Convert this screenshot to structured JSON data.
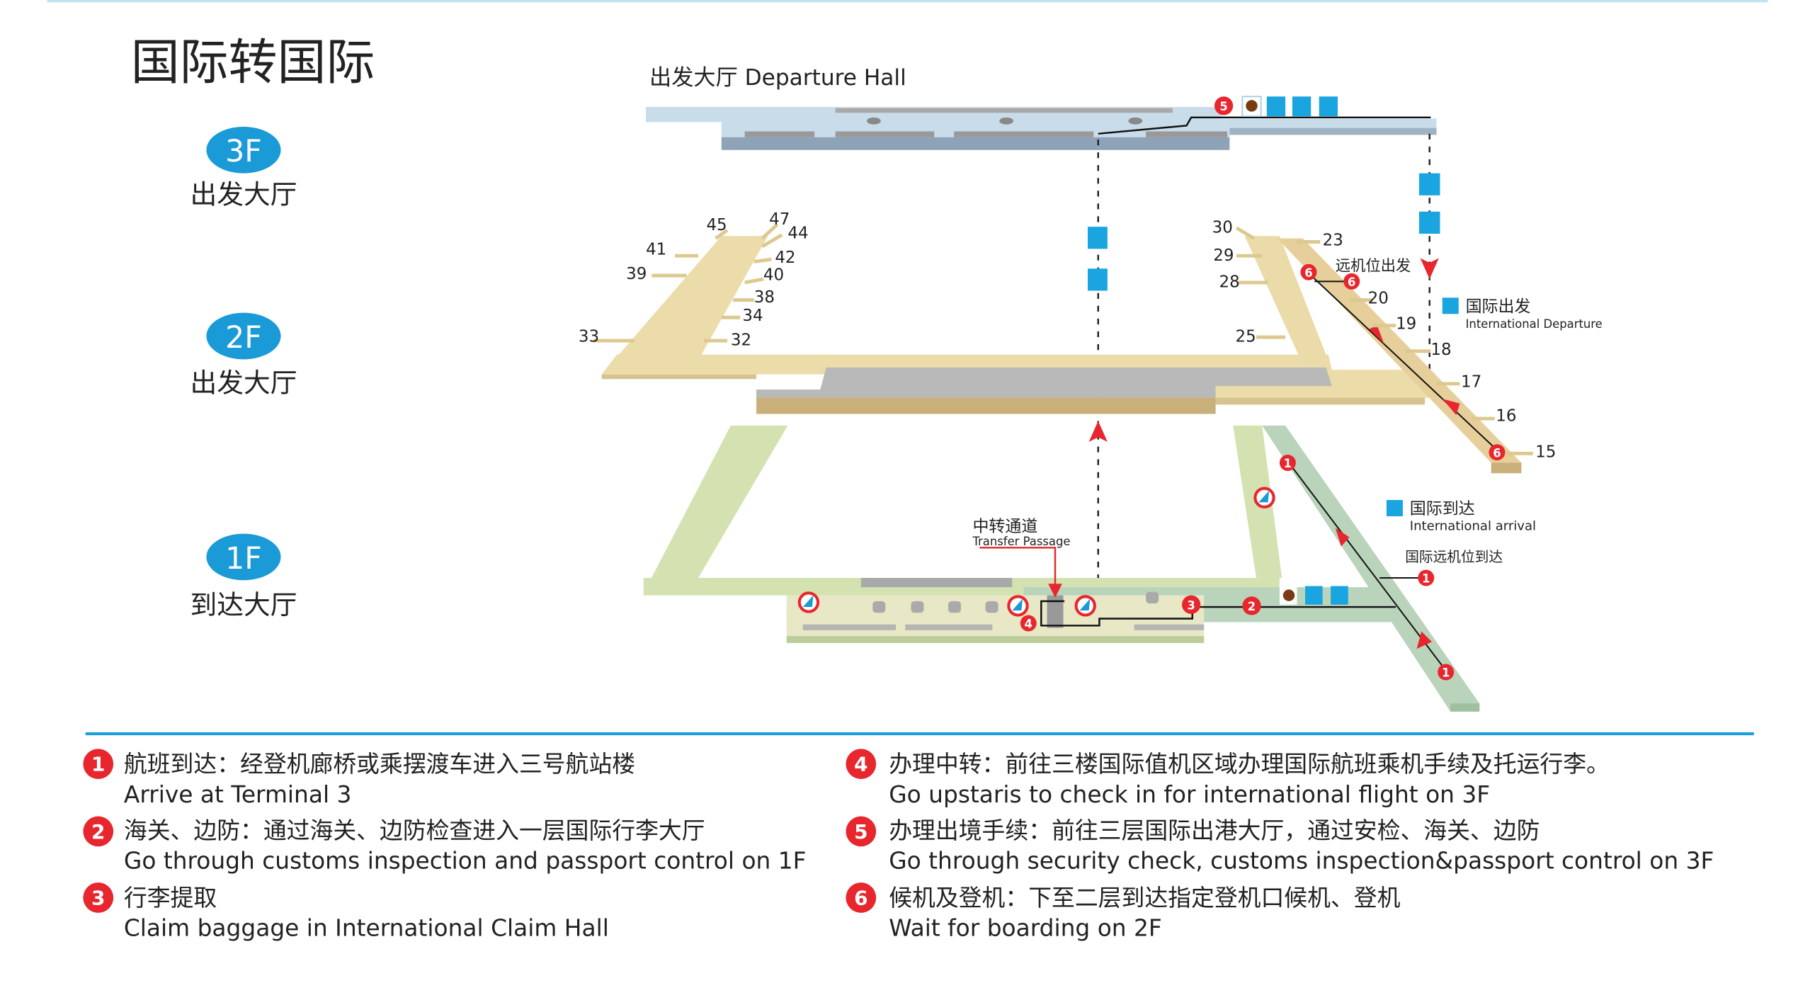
{
  "title": "国际转国际",
  "floors": [
    {
      "badge": "3F",
      "label": "出发大厅"
    },
    {
      "badge": "2F",
      "label": "出发大厅"
    },
    {
      "badge": "1F",
      "label": "到达大厅"
    }
  ],
  "hall_title": "出发大厅 Departure  Hall",
  "gates": [
    "45",
    "47",
    "44",
    "41",
    "42",
    "39",
    "40",
    "38",
    "34",
    "33",
    "32",
    "30",
    "23",
    "29",
    "28",
    "20",
    "19",
    "25",
    "18",
    "17",
    "16",
    "15"
  ],
  "labels": {
    "remote_departure": "远机位出发",
    "intl_departure_cn": "国际出发",
    "intl_departure_en": "International Departure",
    "intl_arrival_cn": "国际到达",
    "intl_arrival_en": "International arrival",
    "remote_arrival": "国际远机位到达",
    "transfer_cn": "中转通道",
    "transfer_en": "Transfer Passage"
  },
  "markers": [
    "1",
    "2",
    "3",
    "4",
    "5",
    "6"
  ],
  "legend": [
    {
      "num": "1",
      "cn": "航班到达：经登机廊桥或乘摆渡车进入三号航站楼",
      "en": "Arrive at Terminal 3"
    },
    {
      "num": "2",
      "cn": "海关、边防：通过海关、边防检查进入一层国际行李大厅",
      "en": "Go through customs inspection and passport control on 1F"
    },
    {
      "num": "3",
      "cn": "行李提取",
      "en": "Claim baggage in International Claim Hall"
    },
    {
      "num": "4",
      "cn": "办理中转：前往三楼国际值机区域办理国际航班乘机手续及托运行李。",
      "en": "Go upstaris to check in for international flight on 3F"
    },
    {
      "num": "5",
      "cn": "办理出境手续：前往三层国际出港大厅，通过安检、海关、边防",
      "en": "Go through security check, customs inspection&passport control on 3F"
    },
    {
      "num": "6",
      "cn": "候机及登机：下至二层到达指定登机口候机、登机",
      "en": "Wait for boarding on 2F"
    }
  ],
  "colors": {
    "accent": "#1a9ad6",
    "marker": "#e8262d",
    "level3": "#c9dcea",
    "level2": "#ecdcaa",
    "level1": "#d3e2b0"
  }
}
